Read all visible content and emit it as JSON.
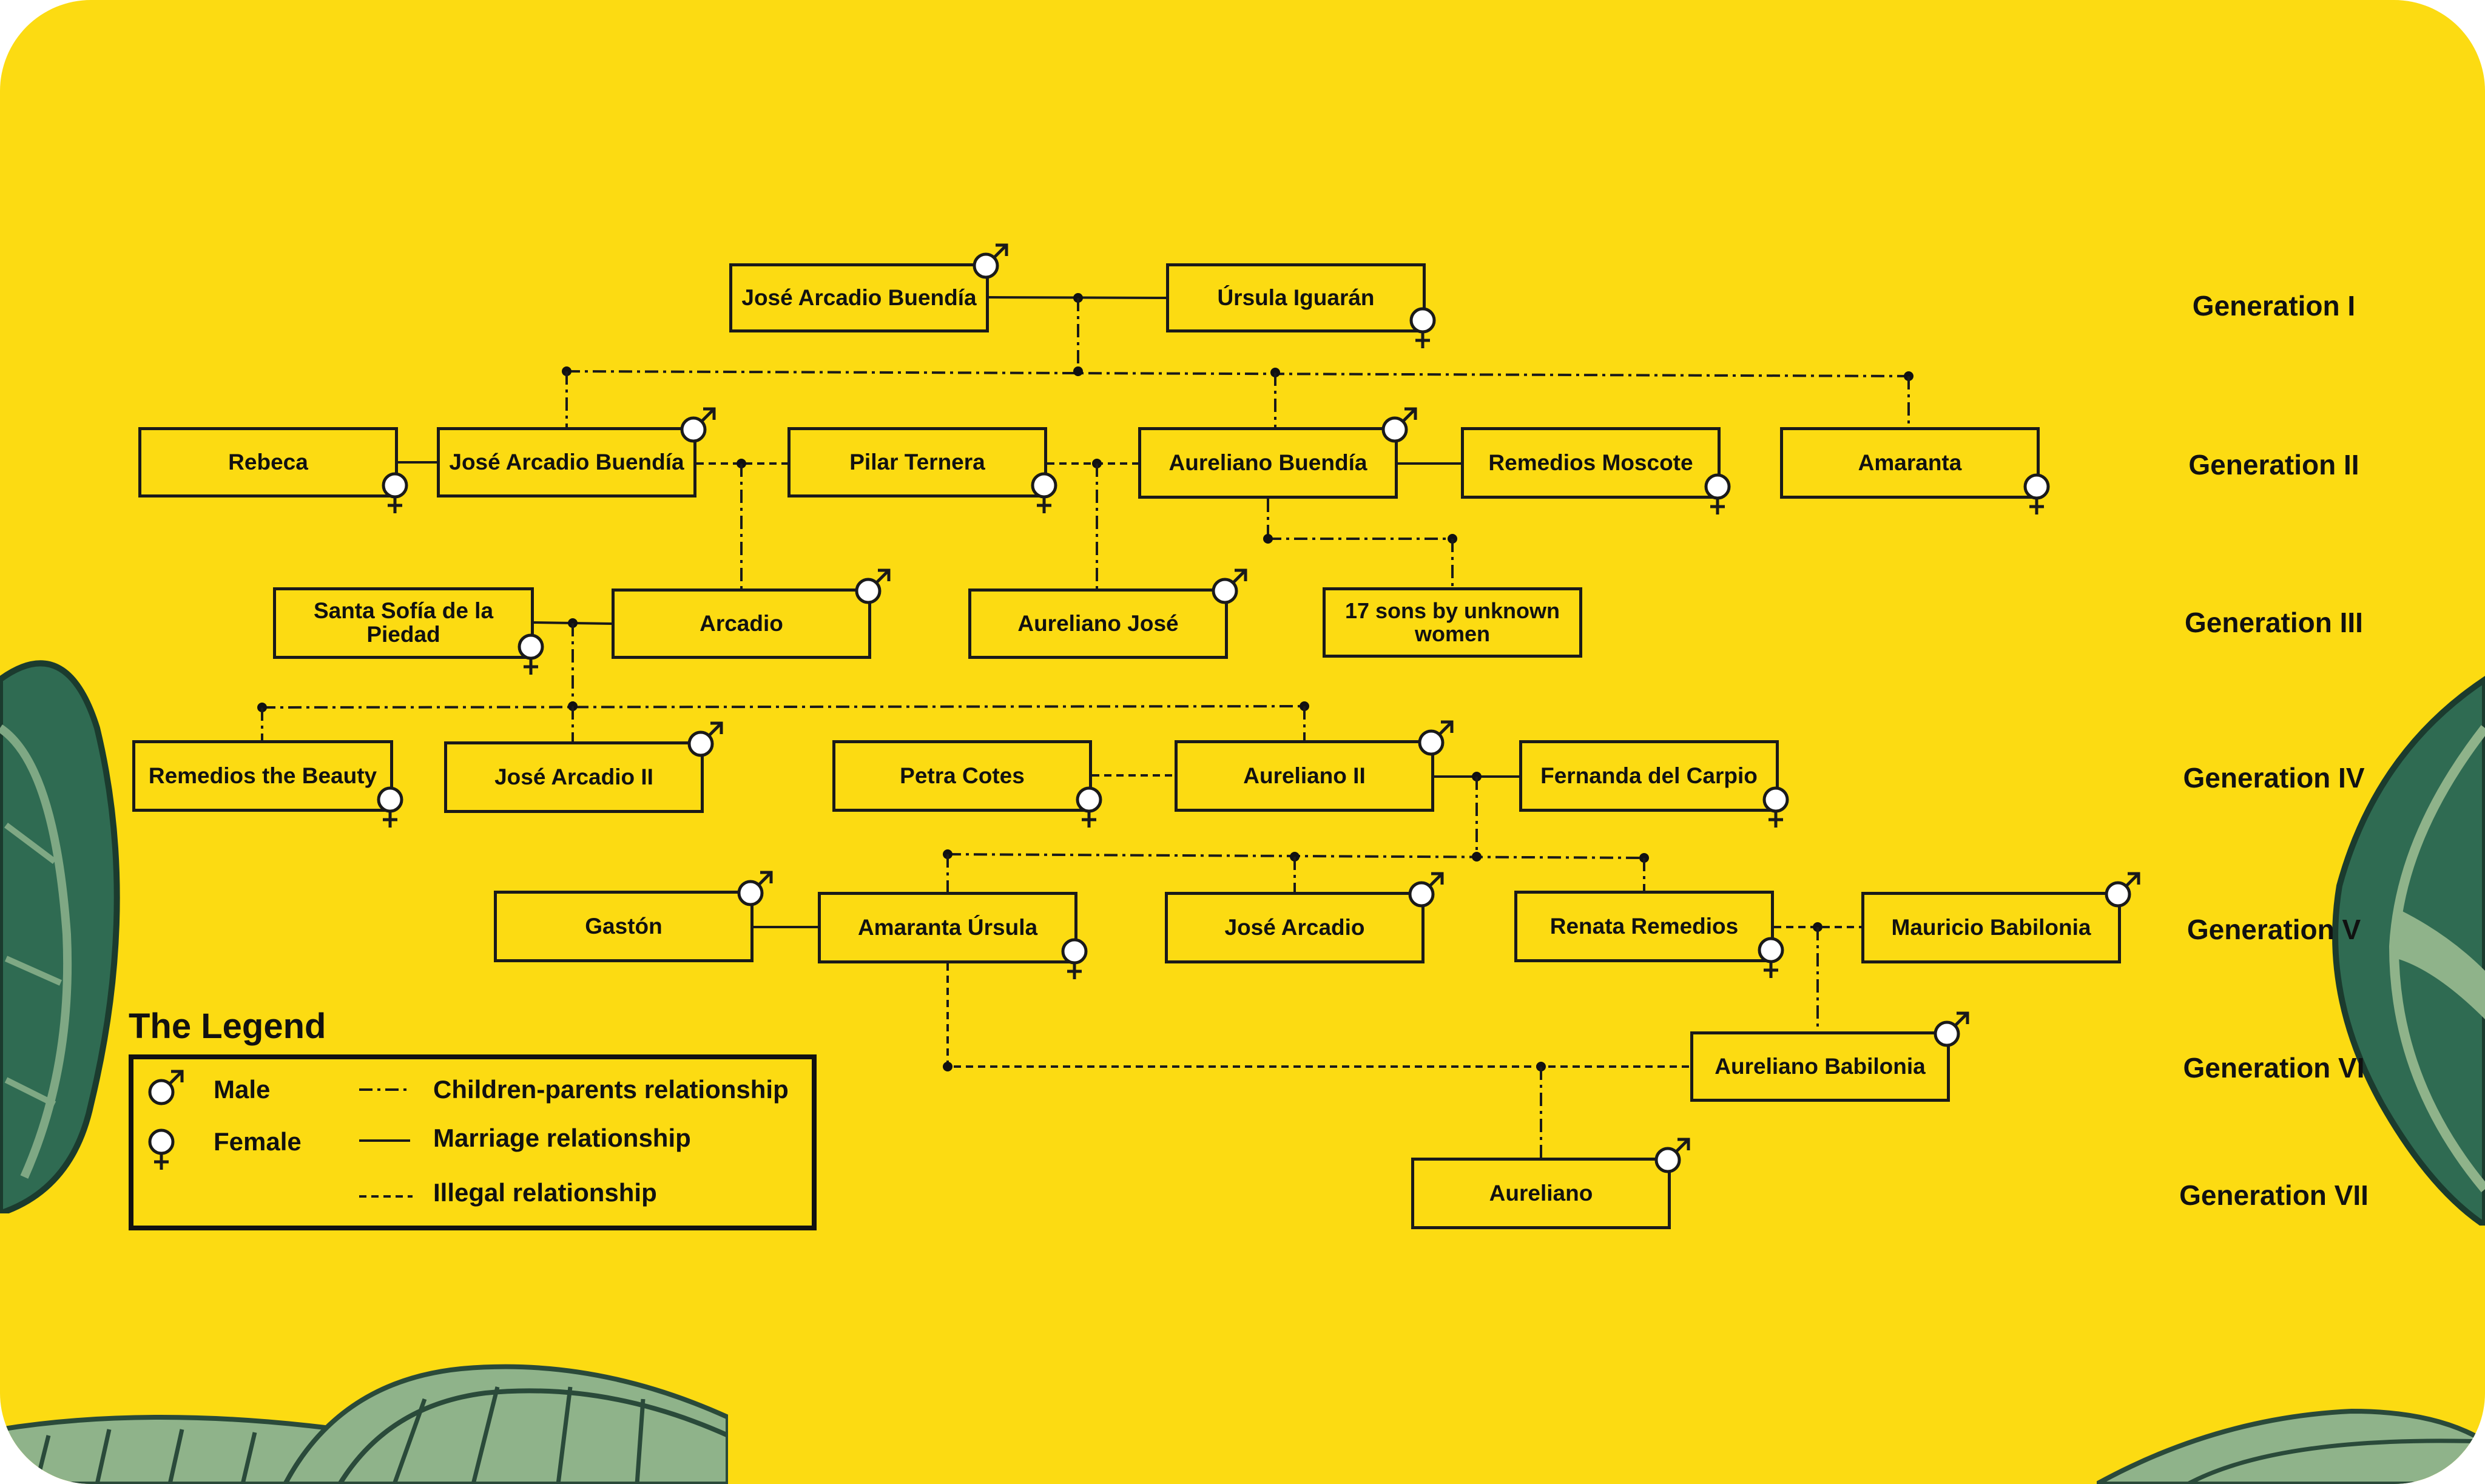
{
  "colors": {
    "background": "#FCDB12",
    "leaf_dark": "#2F6B52",
    "leaf_light": "#8FB38A",
    "line": "#1a1a1a"
  },
  "generations": [
    {
      "id": "g1",
      "label": "Generation I"
    },
    {
      "id": "g2",
      "label": "Generation II"
    },
    {
      "id": "g3",
      "label": "Generation III"
    },
    {
      "id": "g4",
      "label": "Generation IV"
    },
    {
      "id": "g5",
      "label": "Generation V"
    },
    {
      "id": "g6",
      "label": "Generation VI"
    },
    {
      "id": "g7",
      "label": "Generation VII"
    }
  ],
  "people": [
    {
      "id": "jab1",
      "name": "José Arcadio Buendía",
      "gender": "male"
    },
    {
      "id": "ursula",
      "name": "Úrsula Iguarán",
      "gender": "female"
    },
    {
      "id": "rebeca",
      "name": "Rebeca",
      "gender": "female"
    },
    {
      "id": "jab2",
      "name": "José Arcadio Buendía",
      "gender": "male"
    },
    {
      "id": "pilar",
      "name": "Pilar Ternera",
      "gender": "female"
    },
    {
      "id": "aureliano_b",
      "name": "Aureliano Buendía",
      "gender": "male"
    },
    {
      "id": "remedios_m",
      "name": "Remedios Moscote",
      "gender": "female"
    },
    {
      "id": "amaranta",
      "name": "Amaranta",
      "gender": "female"
    },
    {
      "id": "santa_sofia",
      "name": "Santa Sofía de la Piedad",
      "gender": "female"
    },
    {
      "id": "arcadio",
      "name": "Arcadio",
      "gender": "male"
    },
    {
      "id": "aureliano_jose",
      "name": "Aureliano José",
      "gender": "male"
    },
    {
      "id": "sons17",
      "name": "17 sons by unknown women",
      "gender": "none"
    },
    {
      "id": "remedios_b",
      "name": "Remedios the Beauty",
      "gender": "female"
    },
    {
      "id": "jose_arcadio_ii",
      "name": "José Arcadio II",
      "gender": "male"
    },
    {
      "id": "petra",
      "name": "Petra Cotes",
      "gender": "female"
    },
    {
      "id": "aureliano_ii",
      "name": "Aureliano II",
      "gender": "male"
    },
    {
      "id": "fernanda",
      "name": "Fernanda del Carpio",
      "gender": "female"
    },
    {
      "id": "gaston",
      "name": "Gastón",
      "gender": "male"
    },
    {
      "id": "amaranta_ursula",
      "name": "Amaranta Úrsula",
      "gender": "female"
    },
    {
      "id": "jose_arcadio_5",
      "name": "José Arcadio",
      "gender": "male"
    },
    {
      "id": "renata",
      "name": "Renata Remedios",
      "gender": "female"
    },
    {
      "id": "mauricio",
      "name": "Mauricio Babilonia",
      "gender": "male"
    },
    {
      "id": "aureliano_babilonia",
      "name": "Aureliano Babilonia",
      "gender": "male"
    },
    {
      "id": "aureliano_7",
      "name": "Aureliano",
      "gender": "male"
    }
  ],
  "relationships": [
    {
      "type": "marriage",
      "a": "jab1",
      "b": "ursula"
    },
    {
      "type": "children-parents",
      "parents": "jab1+ursula",
      "children": [
        "jab2",
        "aureliano_b",
        "amaranta"
      ]
    },
    {
      "type": "marriage",
      "a": "rebeca",
      "b": "jab2"
    },
    {
      "type": "illegal",
      "a": "jab2",
      "b": "pilar"
    },
    {
      "type": "illegal",
      "a": "pilar",
      "b": "aureliano_b"
    },
    {
      "type": "marriage",
      "a": "aureliano_b",
      "b": "remedios_m"
    },
    {
      "type": "children-parents",
      "parents": "jab2+pilar",
      "children": [
        "arcadio"
      ]
    },
    {
      "type": "children-parents",
      "parents": "pilar+aureliano_b",
      "children": [
        "aureliano_jose"
      ]
    },
    {
      "type": "children-parents",
      "parents": "aureliano_b",
      "children": [
        "sons17"
      ]
    },
    {
      "type": "marriage",
      "a": "santa_sofia",
      "b": "arcadio"
    },
    {
      "type": "children-parents",
      "parents": "santa_sofia+arcadio",
      "children": [
        "remedios_b",
        "jose_arcadio_ii",
        "aureliano_ii"
      ]
    },
    {
      "type": "illegal",
      "a": "petra",
      "b": "aureliano_ii"
    },
    {
      "type": "marriage",
      "a": "aureliano_ii",
      "b": "fernanda"
    },
    {
      "type": "children-parents",
      "parents": "aureliano_ii+fernanda",
      "children": [
        "amaranta_ursula",
        "jose_arcadio_5",
        "renata"
      ]
    },
    {
      "type": "marriage",
      "a": "gaston",
      "b": "amaranta_ursula"
    },
    {
      "type": "illegal",
      "a": "renata",
      "b": "mauricio"
    },
    {
      "type": "children-parents",
      "parents": "renata+mauricio",
      "children": [
        "aureliano_babilonia"
      ]
    },
    {
      "type": "illegal",
      "a": "amaranta_ursula",
      "b": "aureliano_babilonia"
    },
    {
      "type": "children-parents",
      "parents": "amaranta_ursula+aureliano_babilonia",
      "children": [
        "aureliano_7"
      ]
    }
  ],
  "legend": {
    "title": "The Legend",
    "male": "Male",
    "female": "Female",
    "children_parents": "Children-parents relationship",
    "marriage": "Marriage relationship",
    "illegal": "Illegal relationship"
  }
}
